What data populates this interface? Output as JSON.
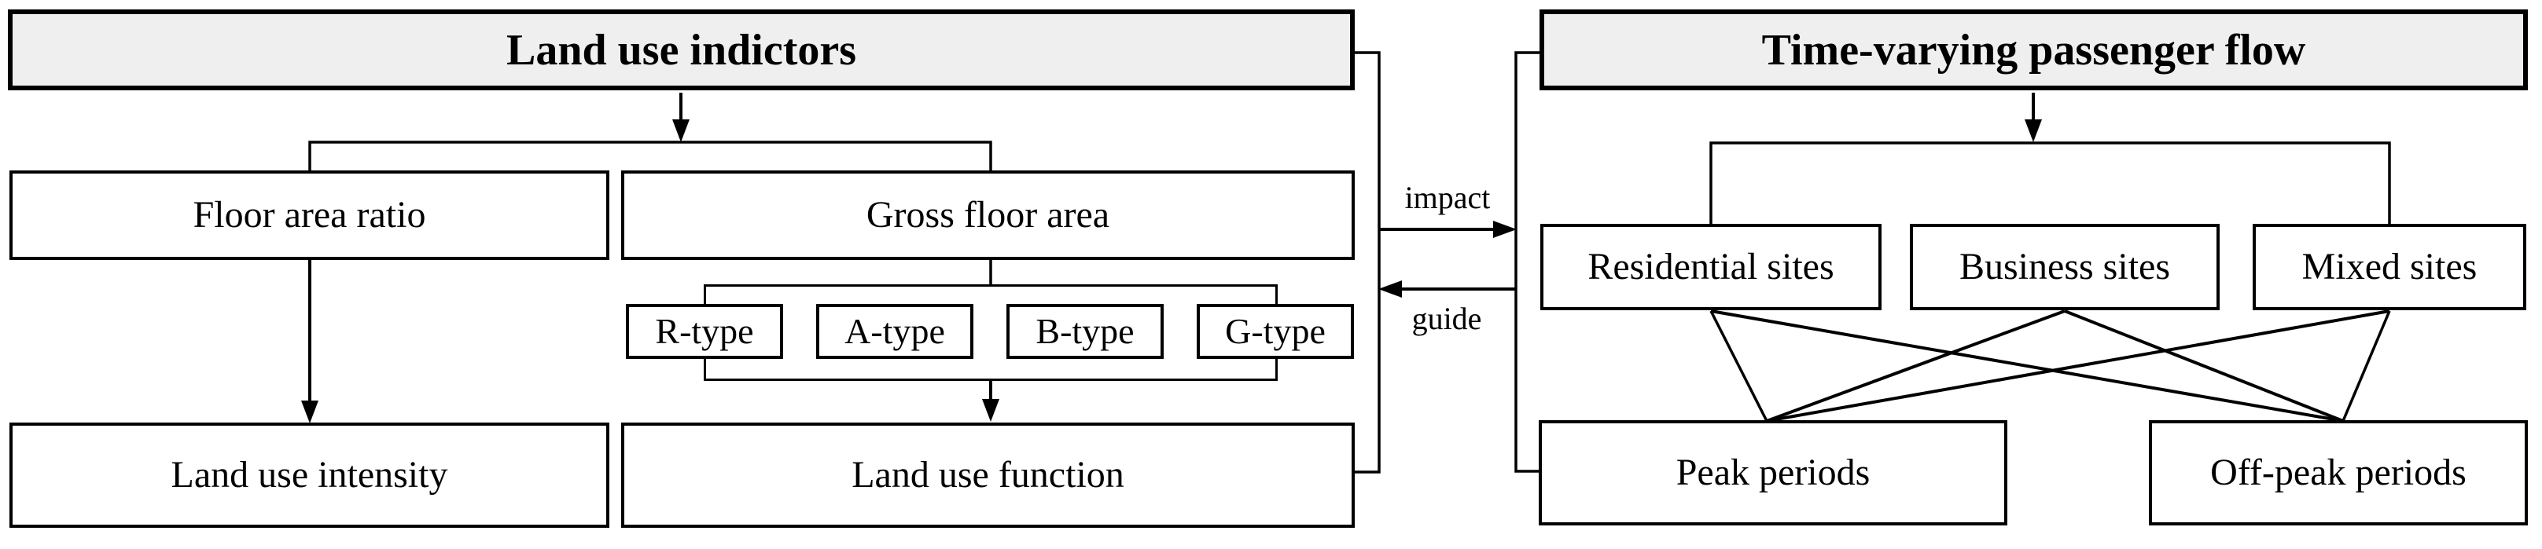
{
  "colors": {
    "header_fill": "#efefef",
    "box_fill": "#ffffff",
    "ink": "#000000"
  },
  "left": {
    "title": "Land use indictors",
    "floor_area_ratio": "Floor area ratio",
    "gross_floor_area": "Gross floor area",
    "types": [
      "R-type",
      "A-type",
      "B-type",
      "G-type"
    ],
    "land_use_intensity": "Land use intensity",
    "land_use_function": "Land use function"
  },
  "links": {
    "impact": "impact",
    "guide": "guide"
  },
  "right": {
    "title": "Time-varying passenger flow",
    "sites": [
      "Residential sites",
      "Business sites",
      "Mixed sites"
    ],
    "periods": [
      "Peak periods",
      "Off-peak periods"
    ]
  }
}
